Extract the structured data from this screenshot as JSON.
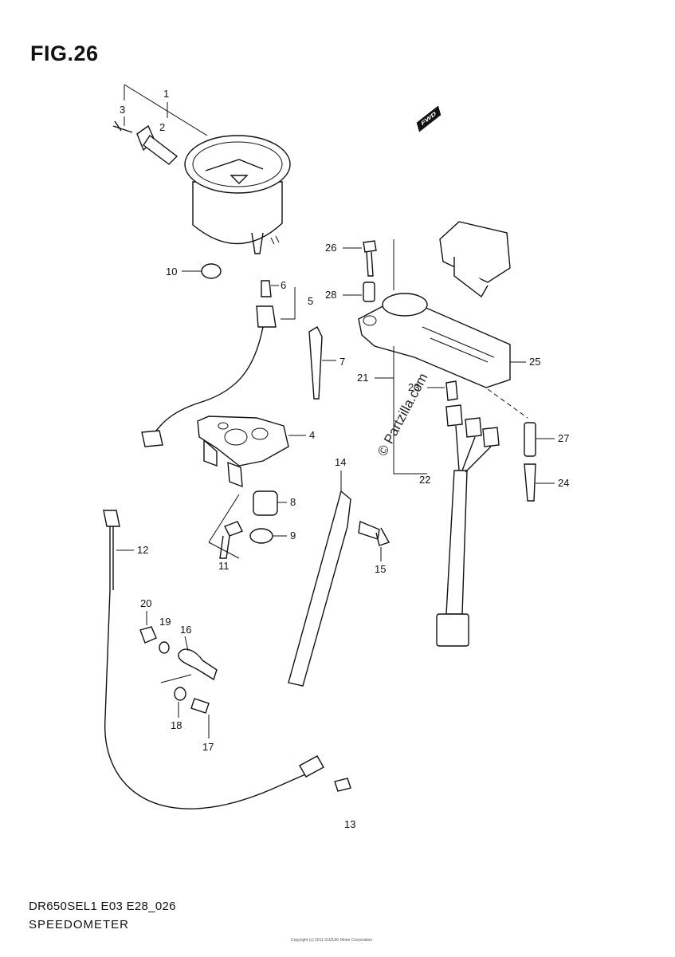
{
  "figure": {
    "title": "FIG.26"
  },
  "footer": {
    "code": "DR650SEL1 E03 E28_026",
    "name": "SPEEDOMETER",
    "copyright": "Copyright (c) 2011 SUZUKI Motor Corporation"
  },
  "watermark": "© Partzilla.com",
  "direction_badge": "FWD",
  "callouts": [
    "1",
    "2",
    "3",
    "4",
    "5",
    "6",
    "7",
    "8",
    "9",
    "10",
    "11",
    "12",
    "13",
    "14",
    "15",
    "16",
    "17",
    "18",
    "19",
    "20",
    "21",
    "22",
    "23",
    "24",
    "25",
    "26",
    "27",
    "28"
  ]
}
